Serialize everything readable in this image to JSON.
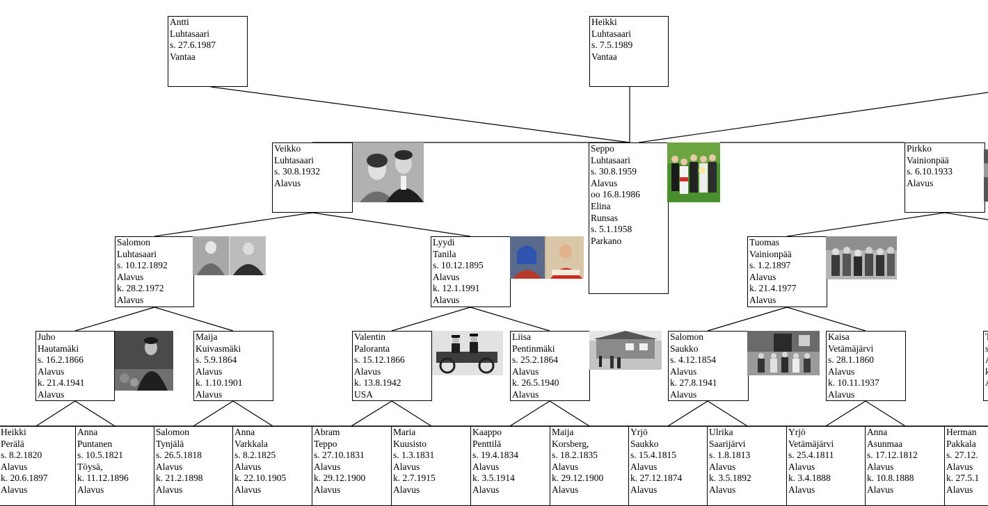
{
  "persons": {
    "antti": [
      "Antti",
      "Luhtasaari",
      "s. 27.6.1987",
      "Vantaa"
    ],
    "heikki_l": [
      "Heikki",
      "Luhtasaari",
      "s. 7.5.1989",
      "Vantaa"
    ],
    "veikko": [
      "Veikko",
      "Luhtasaari",
      "s. 30.8.1932",
      "Alavus"
    ],
    "seppo": [
      "Seppo",
      "Luhtasaari",
      "s. 30.8.1959",
      "Alavus",
      "oo 16.8.1986",
      "Elina",
      "Runsas",
      "s. 5.1.1958",
      "Parkano"
    ],
    "pirkko": [
      "Pirkko",
      "Vainionpää",
      "s. 6.10.1933",
      "Alavus"
    ],
    "salomon_l": [
      "Salomon",
      "Luhtasaari",
      "s. 10.12.1892",
      "Alavus",
      "k. 28.2.1972",
      "Alavus"
    ],
    "lyydi": [
      "Lyydi",
      "Tanila",
      "s. 10.12.1895",
      "Alavus",
      "k. 12.1.1991",
      "Alavus"
    ],
    "tuomas": [
      "Tuomas",
      "Vainionpää",
      "s. 1.2.1897",
      "Alavus",
      "k. 21.4.1977",
      "Alavus"
    ],
    "juho": [
      "Juho",
      "Hautamäki",
      "s. 16.2.1866",
      "Alavus",
      "k. 21.4.1941",
      "Alavus"
    ],
    "maija_k": [
      "Maija",
      "Kuivasmäki",
      "s. 5.9.1864",
      "Alavus",
      "k. 1.10.1901",
      "Alavus"
    ],
    "valentin": [
      "Valentin",
      "Paloranta",
      "s. 15.12.1866",
      "Alavus",
      "k. 13.8.1942",
      "USA"
    ],
    "liisa": [
      "Liisa",
      "Pentinmäki",
      "s. 25.2.1864",
      "Alavus",
      "k. 26.5.1940",
      "Alavus"
    ],
    "salomon_s": [
      "Salomon",
      "Saukko",
      "s. 4.12.1854",
      "Alavus",
      "k. 27.8.1941",
      "Alavus"
    ],
    "kaisa": [
      "Kaisa",
      "Vetämäjärvi",
      "s. 28.1.1860",
      "Alavus",
      "k. 10.11.1937",
      "Alavus"
    ],
    "heikki_p": [
      "Heikki",
      "Perälä",
      "s. 8.2.1820",
      "Alavus",
      "k. 20.6.1897",
      "Alavus"
    ],
    "anna_p": [
      "Anna",
      "Puntanen",
      "s. 10.5.1821",
      "Töysä,",
      "k. 11.12.1896",
      "Alavus"
    ],
    "salomon_t": [
      "Salomon",
      "Tynjälä",
      "s. 26.5.1818",
      "Alavus",
      "k. 21.2.1898",
      "Alavus"
    ],
    "anna_v": [
      "Anna",
      "Varkkala",
      "s. 8.2.1825",
      "Alavus",
      "k. 22.10.1905",
      "Alavus"
    ],
    "abram": [
      "Abram",
      "Teppo",
      "s. 27.10.1831",
      "Alavus",
      "k. 29.12.1900",
      "Alavus"
    ],
    "maria": [
      "Maria",
      "Kuusisto",
      "s. 1.3.1831",
      "Alavus",
      "k. 2.7.1915",
      "Alavus"
    ],
    "kaappo": [
      "Kaappo",
      "Penttilä",
      "s. 19.4.1834",
      "Alavus",
      "k. 3.5.1914",
      "Alavus"
    ],
    "maija_ko": [
      "Maija",
      "Korsberg,",
      "s. 18.2.1835",
      "Alavus",
      "k. 29.12.1900",
      "Alavus"
    ],
    "yrjo_s": [
      "Yrjö",
      "Saukko",
      "s. 15.4.1815",
      "Alavus",
      "k. 27.12.1874",
      "Alavus"
    ],
    "ulrika": [
      "Ulrika",
      "Saarijärvi",
      "s. 1.8.1813",
      "Alavus",
      "k. 3.5.1892",
      "Alavus"
    ],
    "yrjo_v": [
      "Yrjö",
      "Vetämäjärvi",
      "s. 25.4.1811",
      "Alavus",
      "k. 3.4.1888",
      "Alavus"
    ],
    "anna_a": [
      "Anna",
      "Asunmaa",
      "s. 17.12.1812",
      "Alavus",
      "k. 10.8.1888",
      "Alavus"
    ],
    "herman": [
      "Herman",
      "Pakkala",
      "s. 27.12.",
      "Alavus",
      "k. 27.5.1",
      "Alavus"
    ],
    "edge_right": [
      "T",
      "s",
      "A",
      "k",
      "A"
    ]
  },
  "colors": {
    "line": "#000000",
    "box_border": "#000000",
    "background": "#ffffff"
  }
}
